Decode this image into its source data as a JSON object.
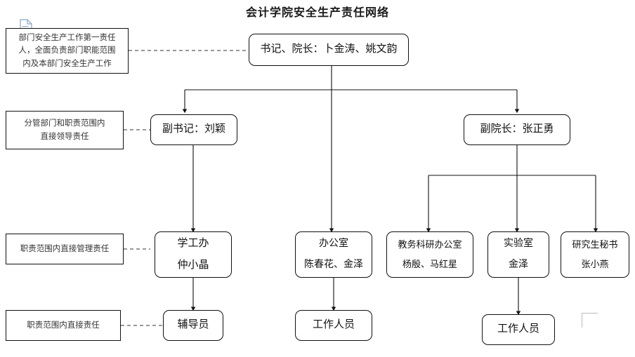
{
  "page": {
    "title": "会计学院安全生产责任网络",
    "background": "#ffffff",
    "line_color": "#111111",
    "dash_color": "#333333"
  },
  "notes": [
    {
      "id": "note-first-responsibility",
      "lines": [
        "部门安全生产工作第一责任",
        "人，全面负责部门职能范围",
        "内及本部门安全生产工作"
      ]
    },
    {
      "id": "note-leadership-responsibility",
      "lines": [
        "分管部门和职责范围内",
        "直接领导责任"
      ]
    },
    {
      "id": "note-management-responsibility",
      "lines": [
        "职责范围内直接管理责任"
      ]
    },
    {
      "id": "note-direct-responsibility",
      "lines": [
        "职责范围内直接责任"
      ]
    }
  ],
  "nodes": {
    "level1": {
      "id": "node-secretary-dean",
      "lines": [
        "书记、院长：卜金涛、姚文韵"
      ]
    },
    "level2": [
      {
        "id": "node-deputy-secretary",
        "lines": [
          "副书记：刘颖"
        ]
      },
      {
        "id": "node-deputy-dean",
        "lines": [
          "副院长：张正勇"
        ]
      }
    ],
    "level3": [
      {
        "id": "node-student-affairs",
        "lines": [
          "学工办",
          "仲小晶"
        ]
      },
      {
        "id": "node-office",
        "lines": [
          "办公室",
          "陈春花、金泽"
        ]
      },
      {
        "id": "node-academic-research-office",
        "lines": [
          "教务科研办公室",
          "杨殷、马红星"
        ]
      },
      {
        "id": "node-laboratory",
        "lines": [
          "实验室",
          "金泽"
        ]
      },
      {
        "id": "node-graduate-secretary",
        "lines": [
          "研究生秘书",
          "张小燕"
        ]
      }
    ],
    "level4": [
      {
        "id": "node-counselor",
        "lines": [
          "辅导员"
        ]
      },
      {
        "id": "node-staff-office",
        "lines": [
          "工作人员"
        ]
      },
      {
        "id": "node-staff-lab",
        "lines": [
          "工作人员"
        ]
      }
    ]
  },
  "icons": {
    "document_icon": "document-icon"
  }
}
